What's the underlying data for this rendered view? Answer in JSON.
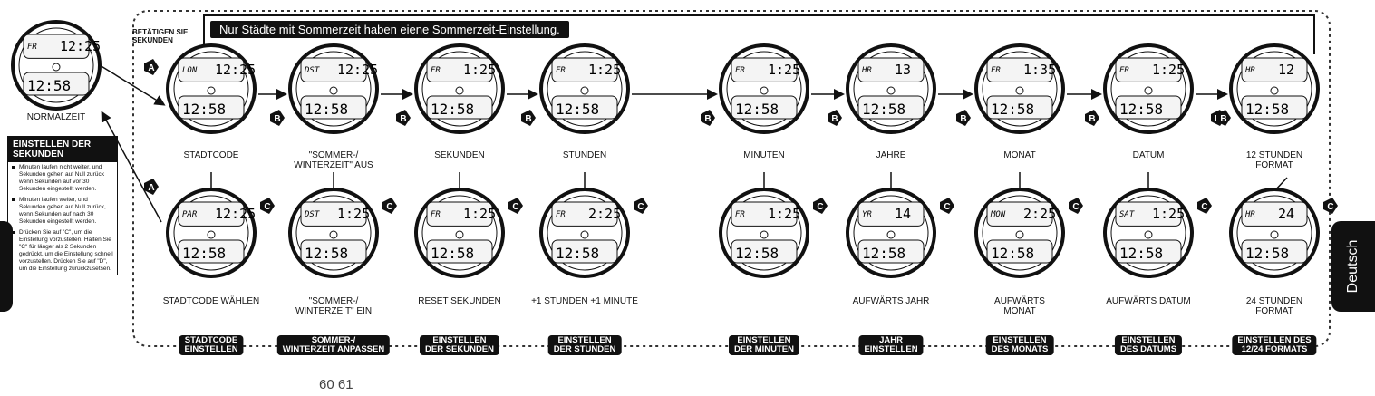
{
  "banner": "Nur Städte mit Sommerzeit haben eiene Sommerzeit-Einstellung.",
  "press_seconds": "BETÄTIGEN SIE\nSEKUNDEN",
  "normal_time": {
    "label": "NORMALZEIT"
  },
  "top_row": [
    {
      "label": "STADTCODE",
      "seg1": "LON",
      "seg2": "12:25"
    },
    {
      "label": "\"SOMMER-/\nWINTERZEIT\" AUS",
      "seg1": "DST",
      "seg2": "12:25"
    },
    {
      "label": "SEKUNDEN",
      "seg1": "FR",
      "seg2": "1:25"
    },
    {
      "label": "STUNDEN",
      "seg1": "FR",
      "seg2": "1:25"
    },
    {
      "label": "MINUTEN",
      "seg1": "FR",
      "seg2": "1:25"
    },
    {
      "label": "JAHRE",
      "seg1": "HR",
      "seg2": "13"
    },
    {
      "label": "MONAT",
      "seg1": "FR",
      "seg2": "1:35"
    },
    {
      "label": "DATUM",
      "seg1": "FR",
      "seg2": "1:25"
    },
    {
      "label": "12 STUNDEN\nFORMAT",
      "seg1": "HR",
      "seg2": "12"
    }
  ],
  "bottom_row": [
    {
      "label": "STADTCODE WÄHLEN",
      "seg1": "PAR",
      "seg2": "12:25"
    },
    {
      "label": "\"SOMMER-/\nWINTERZEIT\" EIN",
      "seg1": "DST",
      "seg2": "1:25"
    },
    {
      "label": "RESET SEKUNDEN",
      "seg1": "FR",
      "seg2": "1:25"
    },
    {
      "label": "+1 STUNDEN +1 MINUTE",
      "seg1": "FR",
      "seg2": "2:25"
    },
    {
      "label": "",
      "seg1": "FR",
      "seg2": "1:25"
    },
    {
      "label": "AUFWÄRTS JAHR",
      "seg1": "YR",
      "seg2": "14"
    },
    {
      "label": "AUFWÄRTS\nMONAT",
      "seg1": "MON",
      "seg2": "2:25"
    },
    {
      "label": "AUFWÄRTS DATUM",
      "seg1": "SAT",
      "seg2": "1:25"
    },
    {
      "label": "24 STUNDEN\nFORMAT",
      "seg1": "HR",
      "seg2": "24"
    }
  ],
  "steps": [
    "STADTCODE\nEINSTELLEN",
    "SOMMER-/\nWINTERZEIT ANPASSEN",
    "EINSTELLEN\nDER SEKUNDEN",
    "EINSTELLEN\nDER STUNDEN",
    "EINSTELLEN\nDER MINUTEN",
    "JAHR\nEINSTELLEN",
    "EINSTELLEN\nDES MONATS",
    "EINSTELLEN\nDES DATUMS",
    "EINSTELLEN DES\n12/24 FORMATS"
  ],
  "sidebox": {
    "title": "EINSTELLEN DER\nSEKUNDEN",
    "notes": [
      "Minuten laufen nicht weiter, und Sekunden gehen auf Null zurück wenn Sekunden auf vor 30 Sekunden eingestellt werden.",
      "Minuten laufen weiter, und Sekunden gehen auf Null zurück, wenn Sekunden auf nach 30 Sekunden eingestellt werden.",
      "Drücken Sie auf \"C\", um die Einstellung vorzustellen. Halten Sie \"C\" für länger als 2 Sekunden gedrückt, um die Einstellung schnell vorzustellen. Drücken Sie auf \"D\", um die Einstellung zurückzusetsen."
    ]
  },
  "buttons": {
    "a": "A",
    "b": "B",
    "c": "C"
  },
  "tab": "Deutsch",
  "pages": "60 61"
}
